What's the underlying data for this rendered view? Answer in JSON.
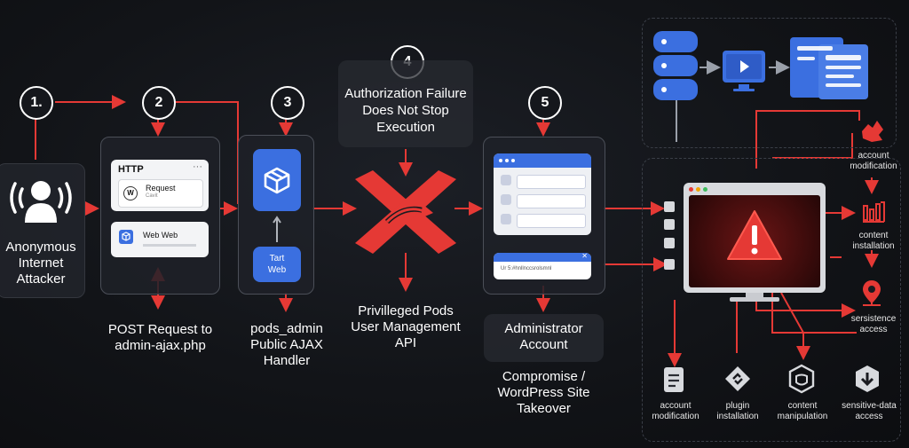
{
  "steps": [
    "1.",
    "2",
    "3",
    "4",
    "5"
  ],
  "attacker": {
    "label": "Anonymous Internet Attacker"
  },
  "step2": {
    "card_title": "HTTP",
    "card_dots": "···",
    "request_label": "Request",
    "request_sub": "Cavit",
    "web_label": "Web Web",
    "caption": "POST Request to admin-ajax.php"
  },
  "step3": {
    "tile_label": "Tart Web",
    "caption": "pods_admin Public AJAX Handler"
  },
  "step4": {
    "title": "Authorization Failure Does Not Stop Execution",
    "caption": "Privilleged Pods User Management API"
  },
  "step5": {
    "modal_text": "Ur  5:#hnllnccsrolsmnl",
    "modal_close": "✕",
    "caption": "Administrator Account",
    "sub_caption": "Compromise / WordPress Site Takeover"
  },
  "right_side": [
    {
      "label": "account modification",
      "icon": "hand-icon"
    },
    {
      "label": "content installation",
      "icon": "bars-icon"
    },
    {
      "label": "sersistence access",
      "icon": "location-pin-icon"
    }
  ],
  "bottom_row": [
    {
      "label": "account modification",
      "icon": "document-icon"
    },
    {
      "label": "plugin installation",
      "icon": "plugin-icon"
    },
    {
      "label": "content manipulation",
      "icon": "shield-icon"
    },
    {
      "label": "sensitive-data access",
      "icon": "download-shield-icon"
    }
  ],
  "colors": {
    "accent_red": "#e53935",
    "tile_blue": "#3b6fe0",
    "warning_red": "#c62828"
  }
}
